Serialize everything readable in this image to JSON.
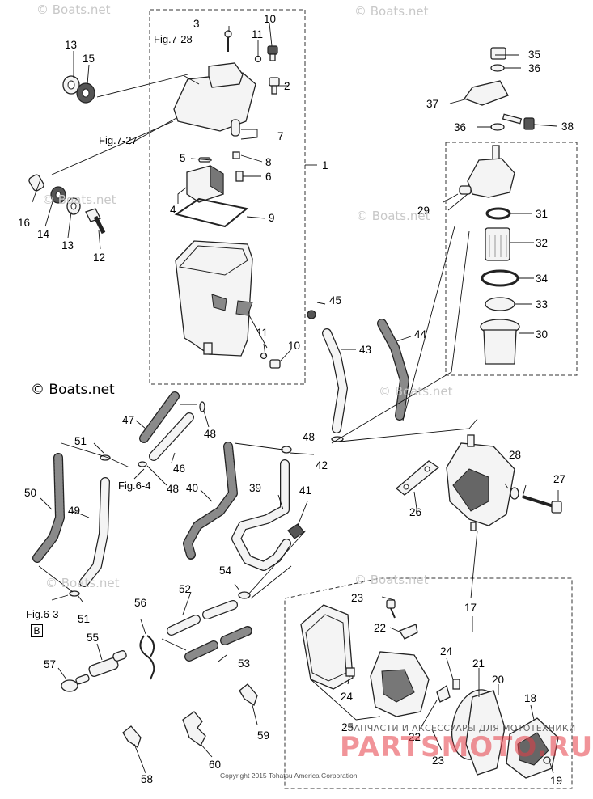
{
  "watermarks": [
    {
      "text": "© Boats.net"
    },
    {
      "text": "© Boats.net"
    },
    {
      "text": "© Boats.net"
    },
    {
      "text": "© Boats.net"
    },
    {
      "text": "© Boats.net"
    },
    {
      "text": "© Boats.net"
    },
    {
      "text": "© Boats.net"
    }
  ],
  "copyright_main": "© Boats.net",
  "figure_refs": {
    "fig_7_28": "Fig.7-28",
    "fig_7_27": "Fig.7-27",
    "fig_6_4": "Fig.6-4",
    "fig_6_3": "Fig.6-3",
    "box_label": "B"
  },
  "callouts": [
    {
      "id": "c1",
      "text": "1"
    },
    {
      "id": "c2",
      "text": "2"
    },
    {
      "id": "c3",
      "text": "3"
    },
    {
      "id": "c4",
      "text": "4"
    },
    {
      "id": "c5",
      "text": "5"
    },
    {
      "id": "c6",
      "text": "6"
    },
    {
      "id": "c7",
      "text": "7"
    },
    {
      "id": "c8",
      "text": "8"
    },
    {
      "id": "c9",
      "text": "9"
    },
    {
      "id": "c10a",
      "text": "10"
    },
    {
      "id": "c10b",
      "text": "10"
    },
    {
      "id": "c11a",
      "text": "11"
    },
    {
      "id": "c11b",
      "text": "11"
    },
    {
      "id": "c12",
      "text": "12"
    },
    {
      "id": "c13a",
      "text": "13"
    },
    {
      "id": "c13b",
      "text": "13"
    },
    {
      "id": "c14",
      "text": "14"
    },
    {
      "id": "c15",
      "text": "15"
    },
    {
      "id": "c16",
      "text": "16"
    },
    {
      "id": "c17",
      "text": "17"
    },
    {
      "id": "c18",
      "text": "18"
    },
    {
      "id": "c19",
      "text": "19"
    },
    {
      "id": "c20",
      "text": "20"
    },
    {
      "id": "c21",
      "text": "21"
    },
    {
      "id": "c22a",
      "text": "22"
    },
    {
      "id": "c22b",
      "text": "22"
    },
    {
      "id": "c23a",
      "text": "23"
    },
    {
      "id": "c23b",
      "text": "23"
    },
    {
      "id": "c24a",
      "text": "24"
    },
    {
      "id": "c24b",
      "text": "24"
    },
    {
      "id": "c25",
      "text": "25"
    },
    {
      "id": "c26",
      "text": "26"
    },
    {
      "id": "c27",
      "text": "27"
    },
    {
      "id": "c28",
      "text": "28"
    },
    {
      "id": "c29",
      "text": "29"
    },
    {
      "id": "c30",
      "text": "30"
    },
    {
      "id": "c31",
      "text": "31"
    },
    {
      "id": "c32",
      "text": "32"
    },
    {
      "id": "c33",
      "text": "33"
    },
    {
      "id": "c34",
      "text": "34"
    },
    {
      "id": "c35",
      "text": "35"
    },
    {
      "id": "c36a",
      "text": "36"
    },
    {
      "id": "c36b",
      "text": "36"
    },
    {
      "id": "c37",
      "text": "37"
    },
    {
      "id": "c38",
      "text": "38"
    },
    {
      "id": "c39",
      "text": "39"
    },
    {
      "id": "c40",
      "text": "40"
    },
    {
      "id": "c41",
      "text": "41"
    },
    {
      "id": "c42",
      "text": "42"
    },
    {
      "id": "c43",
      "text": "43"
    },
    {
      "id": "c44",
      "text": "44"
    },
    {
      "id": "c45",
      "text": "45"
    },
    {
      "id": "c46",
      "text": "46"
    },
    {
      "id": "c47",
      "text": "47"
    },
    {
      "id": "c48a",
      "text": "48"
    },
    {
      "id": "c48b",
      "text": "48"
    },
    {
      "id": "c48c",
      "text": "48"
    },
    {
      "id": "c49",
      "text": "49"
    },
    {
      "id": "c50",
      "text": "50"
    },
    {
      "id": "c51a",
      "text": "51"
    },
    {
      "id": "c51b",
      "text": "51"
    },
    {
      "id": "c52",
      "text": "52"
    },
    {
      "id": "c53",
      "text": "53"
    },
    {
      "id": "c54",
      "text": "54"
    },
    {
      "id": "c55",
      "text": "55"
    },
    {
      "id": "c56",
      "text": "56"
    },
    {
      "id": "c57",
      "text": "57"
    },
    {
      "id": "c58",
      "text": "58"
    },
    {
      "id": "c59",
      "text": "59"
    },
    {
      "id": "c60",
      "text": "60"
    }
  ],
  "shop_overlay": {
    "tagline": "ЗАПЧАСТИ И АКСЕССУАРЫ ДЛЯ  МОТОТЕХНИКИ",
    "logo": "PARTSMOTO.RU"
  },
  "footer": "Copyright 2015 Tohatsu America Corporation"
}
